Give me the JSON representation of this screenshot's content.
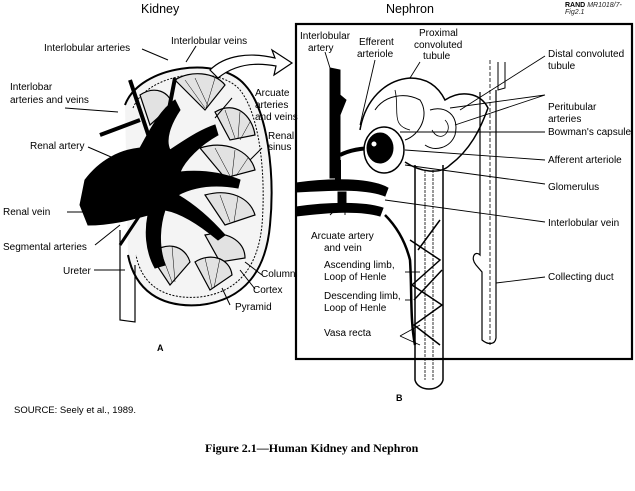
{
  "reference": {
    "org": "RAND",
    "id": "MR1018/7-Fig2.1"
  },
  "panels": {
    "kidney": {
      "title": "Kidney",
      "panel_letter": "A",
      "labels": {
        "interlobular_arteries": "Interlobular arteries",
        "interlobular_veins": "Interlobular veins",
        "interlobar_line1": "Interlobar",
        "interlobar_line2": "arteries and veins",
        "arcuate_line1": "Arcuate",
        "arcuate_line2": "arteries",
        "arcuate_line3": "and veins",
        "renal_sinus_line1": "Renal",
        "renal_sinus_line2": "sinus",
        "renal_artery": "Renal artery",
        "renal_vein": "Renal vein",
        "segmental_arteries": "Segmental arteries",
        "ureter": "Ureter",
        "column": "Column",
        "cortex": "Cortex",
        "pyramid": "Pyramid"
      }
    },
    "nephron": {
      "title": "Nephron",
      "panel_letter": "B",
      "labels": {
        "interlobular_artery_line1": "Interlobular",
        "interlobular_artery_line2": "artery",
        "efferent_line1": "Efferent",
        "efferent_line2": "arteriole",
        "proximal_line1": "Proximal",
        "proximal_line2": "convoluted",
        "proximal_line3": "tubule",
        "distal_line1": "Distal convoluted",
        "distal_line2": "tubule",
        "peritubular_line1": "Peritubular",
        "peritubular_line2": "arteries",
        "bowmans_capsule": "Bowman's capsule",
        "afferent_arteriole": "Afferent arteriole",
        "glomerulus": "Glomerulus",
        "interlobular_vein": "Interlobular vein",
        "arcuate_line1": "Arcuate artery",
        "arcuate_line2": "and vein",
        "ascending_line1": "Ascending limb,",
        "ascending_line2": "Loop of Henle",
        "descending_line1": "Descending limb,",
        "descending_line2": "Loop of Henle",
        "vasa_recta": "Vasa recta",
        "collecting_duct": "Collecting duct"
      }
    }
  },
  "source": "SOURCE:  Seely et al., 1989.",
  "caption": "Figure 2.1—Human Kidney and Nephron"
}
